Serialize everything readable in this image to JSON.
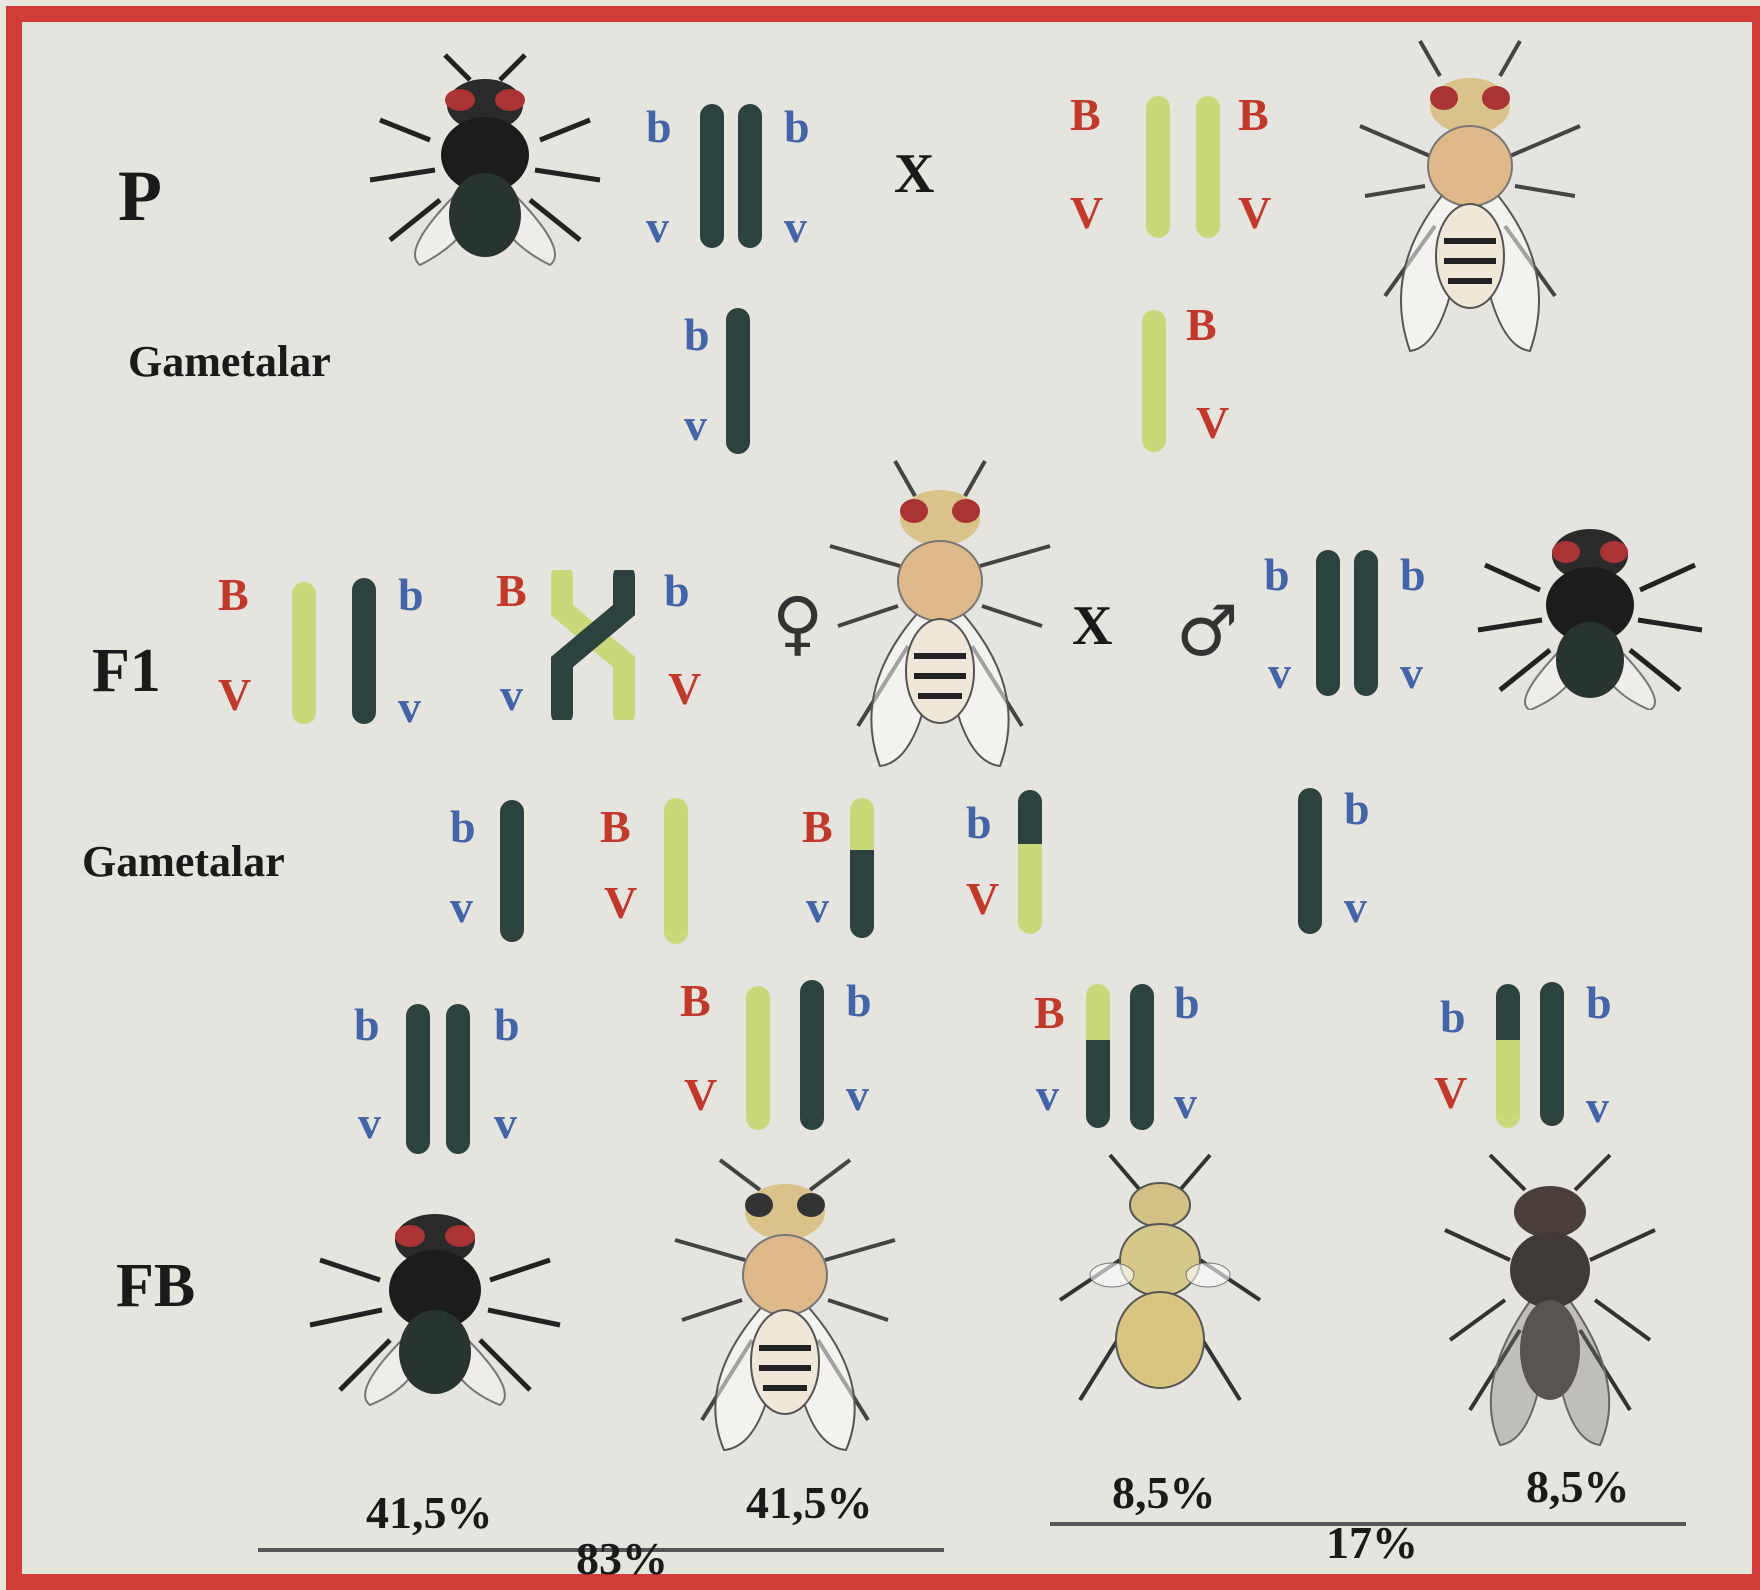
{
  "generations": {
    "p": "P",
    "f1": "F1",
    "fb": "FB"
  },
  "gametes_label_1": "Gametalar",
  "gametes_label_2": "Gametalar",
  "cross_symbol_1": "X",
  "cross_symbol_2": "X",
  "female_symbol": "♀",
  "male_symbol": "♂",
  "alleles": {
    "dominant_body": "B",
    "dominant_wing": "V",
    "recessive_body": "b",
    "recessive_wing": "v"
  },
  "offspring_percentages": [
    "41,5%",
    "41,5%",
    "8,5%",
    "8,5%"
  ],
  "group_totals": [
    "83%",
    "17%"
  ],
  "colors": {
    "frame": "#d23c36",
    "dominant_allele": "#c0392b",
    "recessive_allele": "#4464a8",
    "dark_chromosome": "#2c423e",
    "light_chromosome": "#c8d97a"
  }
}
